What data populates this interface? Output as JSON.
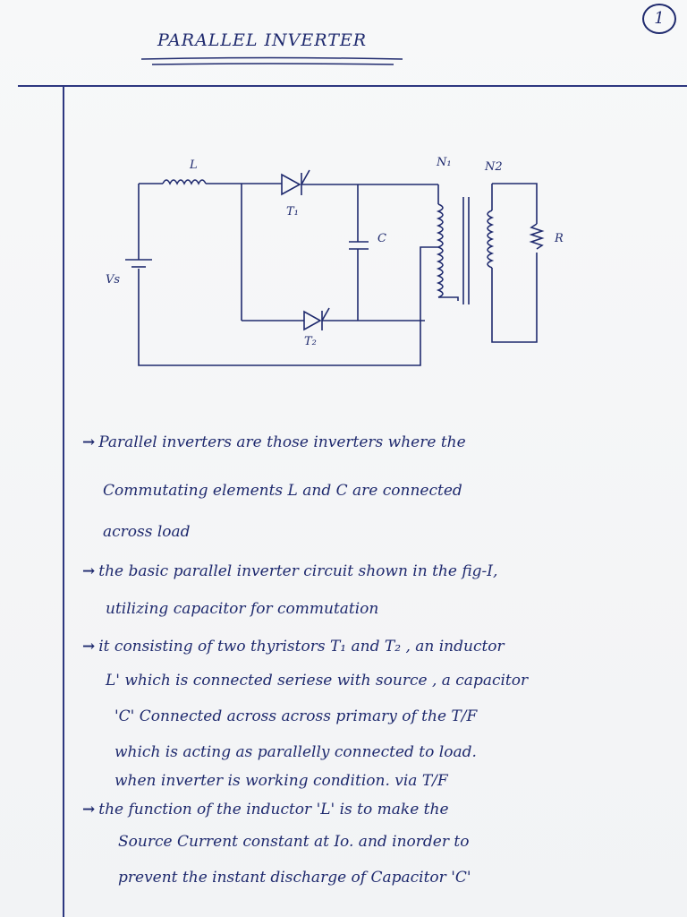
{
  "page_number": "1",
  "title": "PARALLEL INVERTER",
  "circuit_labels": {
    "L": "L",
    "T1": "T₁",
    "T2": "T₂",
    "C": "C",
    "N1": "N₁",
    "N2": "N2",
    "R": "R",
    "Vs": "Vs"
  },
  "notes": [
    {
      "arrow": "→",
      "lines": [
        "Parallel inverters are those inverters where the",
        "Commutating elements L and C are connected",
        "across load"
      ]
    },
    {
      "arrow": "→",
      "lines": [
        "the basic parallel inverter circuit shown in the fig-I,",
        "utilizing capacitor for commutation"
      ]
    },
    {
      "arrow": "→",
      "lines": [
        "it consisting of two thyristors T₁ and T₂ , an inductor",
        "L' which is connected seriese with source , a capacitor",
        "'C' Connected across across primary of the T/F",
        "which is acting as parallelly connected to load.",
        "when inverter is working condition. via T/F"
      ]
    },
    {
      "arrow": "→",
      "lines": [
        "the function of the inductor 'L' is to make the",
        "Source Current constant at Io. and inorder to",
        "prevent the instant discharge of Capacitor 'C'"
      ]
    }
  ]
}
